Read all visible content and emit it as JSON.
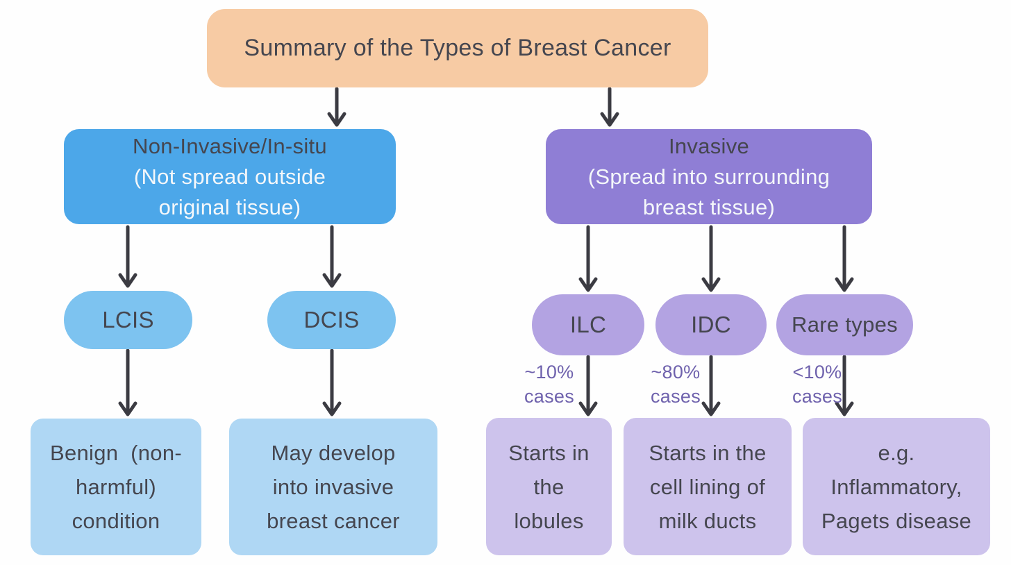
{
  "colors": {
    "bg": "#FEFEFE",
    "peach": "#F7CBA4",
    "blue": "#4CA7E9",
    "bluepill": "#7DC3F0",
    "bluelight": "#AFD7F4",
    "purple": "#8F7ED5",
    "purplepill": "#B3A3E2",
    "purplelight": "#CDC3EC",
    "note": "#6F62AD",
    "dark": "#45464F",
    "light": "#F4F7FA",
    "arrow": "#3B3B42"
  },
  "title": "Summary of the Types of Breast Cancer",
  "left_branch": {
    "heading": "Non-Invasive/In-situ",
    "subheading": "(Not spread outside\noriginal tissue)",
    "pills": {
      "lcis": "LCIS",
      "dcis": "DCIS"
    },
    "outcomes": {
      "lcis": "Benign  (non-\nharmful)\ncondition",
      "dcis": "May develop\ninto invasive\nbreast cancer"
    }
  },
  "right_branch": {
    "heading": "Invasive",
    "subheading": "(Spread into surrounding\nbreast tissue)",
    "pills": {
      "ilc": "ILC",
      "idc": "IDC",
      "rare": "Rare types"
    },
    "notes": {
      "ilc": "~10%\ncases",
      "idc": "~80%\ncases",
      "rare": "<10%\ncases"
    },
    "outcomes": {
      "ilc": "Starts in\nthe\nlobules",
      "idc": "Starts in the\ncell lining of\nmilk ducts",
      "rare": "e.g.\nInflammatory,\nPagets disease"
    }
  }
}
